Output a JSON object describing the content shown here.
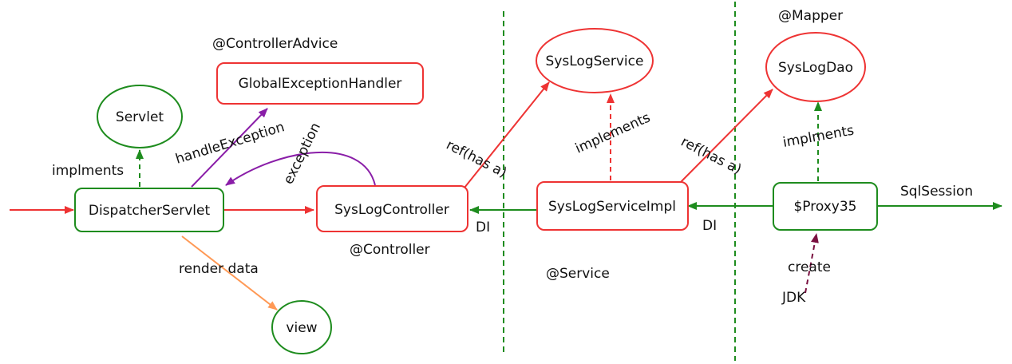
{
  "colors": {
    "red": "#ee3333",
    "green": "#1e8c1e",
    "purple": "#8a1ea8",
    "orange": "#ff9955",
    "maroon": "#7a1040",
    "text": "#111111"
  },
  "annotations": {
    "controller_advice": "@ControllerAdvice",
    "controller": "@Controller",
    "service": "@Service",
    "mapper": "@Mapper"
  },
  "nodes": {
    "servlet": "Servlet",
    "global_exception_handler": "GlobalExceptionHandler",
    "dispatcher_servlet": "DispatcherServlet",
    "view": "view",
    "syslog_controller": "SysLogController",
    "syslog_service": "SysLogService",
    "syslog_service_impl": "SysLogServiceImpl",
    "syslog_dao": "SysLogDao",
    "proxy": "$Proxy35",
    "jdk": "JDK"
  },
  "edge_labels": {
    "dispatcher_implements": "implments",
    "handle_exception": "handleException",
    "exception": "exception",
    "render_data": "render data",
    "controller_ref": "ref(has a)",
    "service_implements": "implements",
    "service_impl_ref": "ref(has a)",
    "proxy_implements": "implments",
    "di_controller": "DI",
    "di_service": "DI",
    "sql_session": "SqlSession",
    "create": "create"
  }
}
